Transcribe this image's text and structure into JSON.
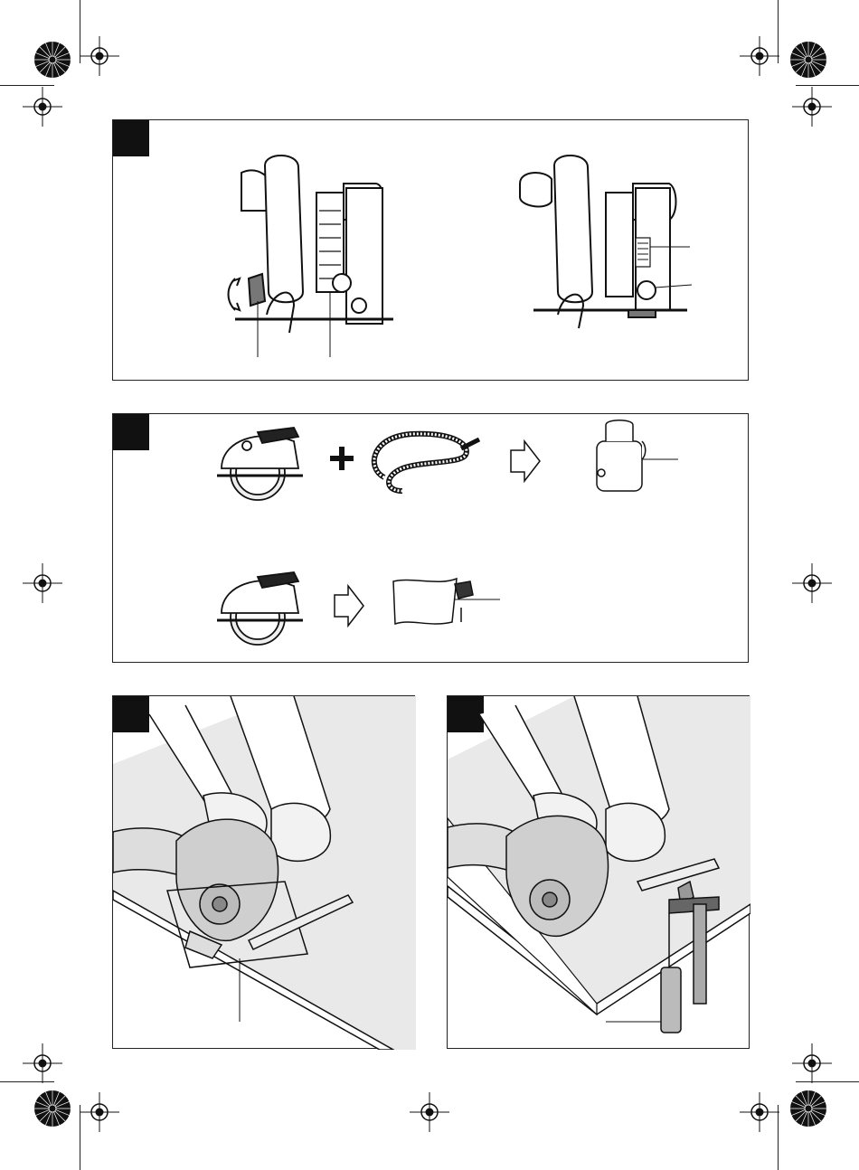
{
  "page": {
    "description_items": []
  },
  "figures": [
    {
      "id": "panel-a",
      "label": ""
    },
    {
      "id": "panel-b",
      "label": ""
    },
    {
      "id": "panel-c",
      "label": ""
    },
    {
      "id": "panel-d",
      "label": ""
    }
  ],
  "colors": {
    "ink": "#111111",
    "panel_fill": "#ffffff",
    "work_surface": "#e9e9e9",
    "tool_gray": "#c9c9c9"
  },
  "icons": [
    "registration-mark-icon",
    "color-wheel-icon",
    "plus-icon",
    "arrow-right-icon"
  ]
}
